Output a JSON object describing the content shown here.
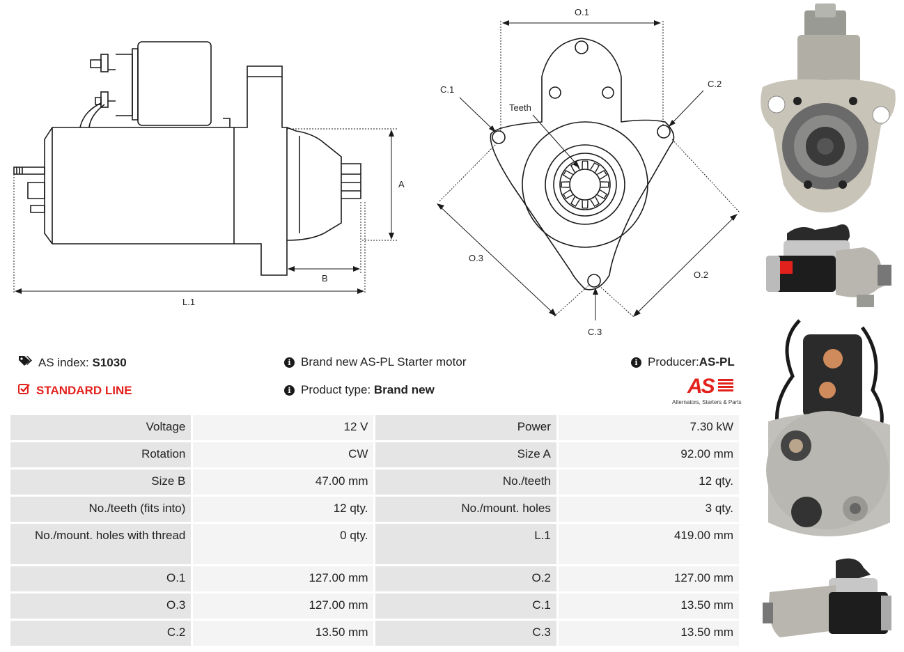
{
  "drawing": {
    "side_labels": {
      "a": "A",
      "b": "B",
      "l1": "L.1"
    },
    "front_labels": {
      "o1": "O.1",
      "o2": "O.2",
      "o3": "O.3",
      "c1": "C.1",
      "c2": "C.2",
      "c3": "C.3",
      "teeth": "Teeth"
    }
  },
  "info": {
    "index_label": "AS index:",
    "index_value": "S1030",
    "line": "STANDARD LINE",
    "description": "Brand new AS-PL Starter motor",
    "type_label": "Product type:",
    "type_value": "Brand new",
    "producer_label": "Producer:",
    "producer_value": "AS-PL",
    "logo_text": "AS",
    "logo_tagline": "Alternators, Starters & Parts"
  },
  "colors": {
    "brand_red": "#e3211c",
    "cell_label": "#e5e5e5",
    "cell_value": "#f4f4f4"
  },
  "specs": [
    [
      {
        "label": "Voltage",
        "value": "12 V"
      },
      {
        "label": "Power",
        "value": "7.30 kW"
      }
    ],
    [
      {
        "label": "Rotation",
        "value": "CW"
      },
      {
        "label": "Size A",
        "value": "92.00 mm"
      }
    ],
    [
      {
        "label": "Size B",
        "value": "47.00 mm"
      },
      {
        "label": "No./teeth",
        "value": "12 qty."
      }
    ],
    [
      {
        "label": "No./teeth (fits into)",
        "value": "12 qty."
      },
      {
        "label": "No./mount. holes",
        "value": "3 qty."
      }
    ],
    [
      {
        "label": "No./mount. holes with thread",
        "value": "0 qty."
      },
      {
        "label": "L.1",
        "value": "419.00 mm"
      }
    ],
    [
      {
        "label": "O.1",
        "value": "127.00 mm"
      },
      {
        "label": "O.2",
        "value": "127.00 mm"
      }
    ],
    [
      {
        "label": "O.3",
        "value": "127.00 mm"
      },
      {
        "label": "C.1",
        "value": "13.50 mm"
      }
    ],
    [
      {
        "label": "C.2",
        "value": "13.50 mm"
      },
      {
        "label": "C.3",
        "value": "13.50 mm"
      }
    ]
  ]
}
